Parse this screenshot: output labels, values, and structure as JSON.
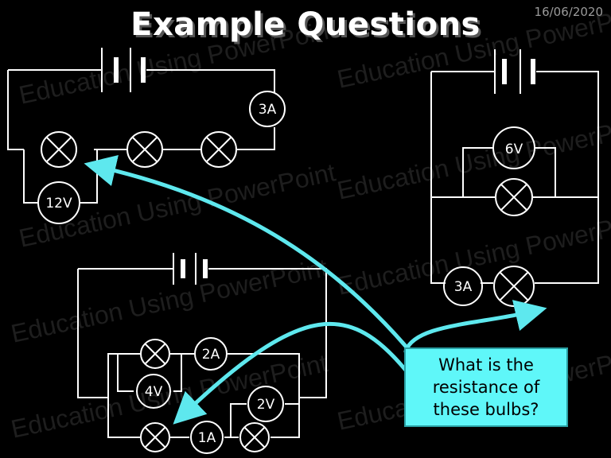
{
  "slide": {
    "title": "Example Questions",
    "date": "16/06/2020",
    "watermark": "Education Using PowerPoint",
    "callout": {
      "lines": [
        "What is the",
        "resistance of",
        "these bulbs?"
      ],
      "color": "#5ff7f9"
    },
    "arrow_color": "#5ee8ee"
  },
  "circuits": {
    "circuit1": {
      "ammeter": "3A",
      "voltmeter": "12V"
    },
    "circuit2": {
      "ammeter": "3A",
      "voltmeter": "6V"
    },
    "circuit3": {
      "ammeter_top": "2A",
      "voltmeter_top": "4V",
      "ammeter_bottom": "1A",
      "voltmeter_bottom": "2V"
    }
  }
}
